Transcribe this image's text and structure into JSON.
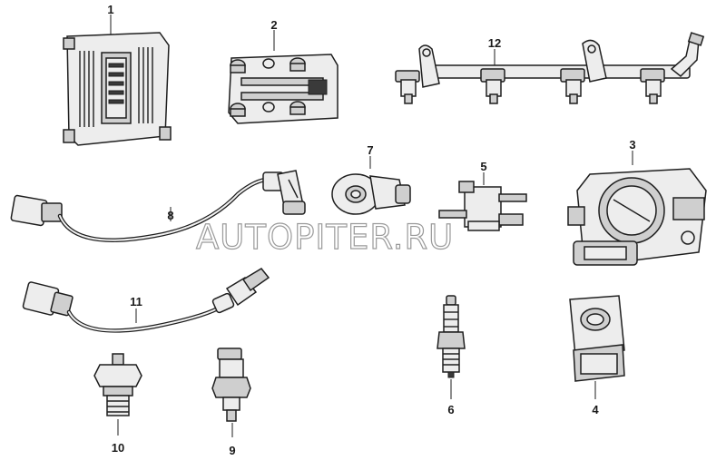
{
  "watermark": "AUTOPITER.RU",
  "part_labels": {
    "p1": "1",
    "p2": "2",
    "p3": "3",
    "p4": "4",
    "p5": "5",
    "p6": "6",
    "p7": "7",
    "p8": "8",
    "p9": "9",
    "p10": "10",
    "p11": "11",
    "p12": "12"
  }
}
